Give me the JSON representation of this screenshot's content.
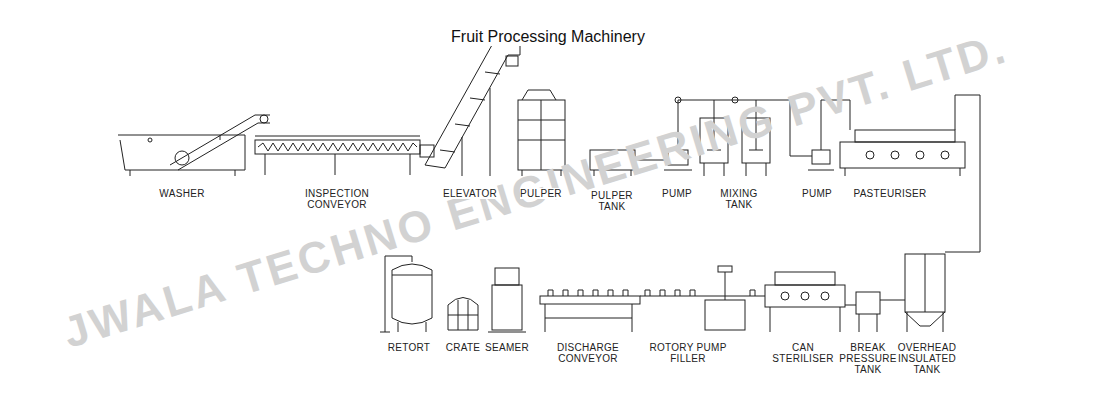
{
  "diagram": {
    "title": "Fruit Processing Machinery",
    "labels": [
      "WASHER",
      "INSPECTION CONVEYOR",
      "ELEVATOR",
      "PULPER",
      "PULPER TANK",
      "PUMP",
      "MIXING TANK",
      "PUMP",
      "PASTEURISER",
      "RETORT",
      "CRATE",
      "SEAMER",
      "DISCHARGE CONVEYOR",
      "ROTORY PUMP FILLER",
      "CAN STERILISER",
      "BREAK PRESSURE TANK",
      "OVERHEAD INSULATED TANK",
      "JWALA TECHNO ENGINEERING PVT. LTD."
    ]
  }
}
